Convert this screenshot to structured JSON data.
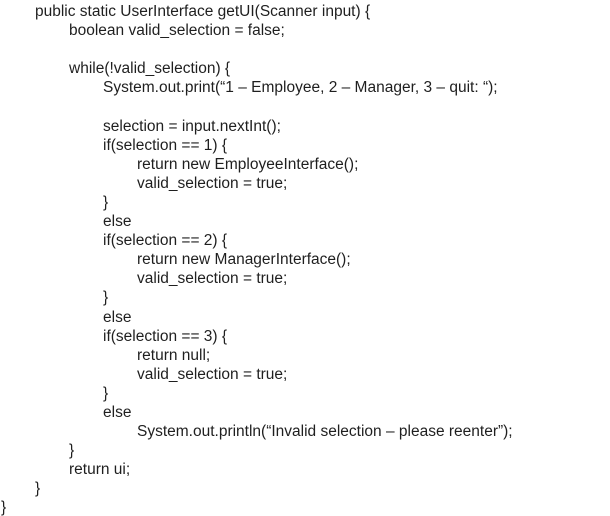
{
  "document": {
    "background_color": "#ffffff",
    "text_color": "#1f1f1f",
    "language": "java",
    "code_lines": [
      {
        "indent": 1,
        "text": "public static UserInterface getUI(Scanner input) {"
      },
      {
        "indent": 2,
        "text": "boolean valid_selection = false;"
      },
      {
        "indent": 0,
        "text": ""
      },
      {
        "indent": 2,
        "text": "while(!valid_selection) {"
      },
      {
        "indent": 3,
        "text": "System.out.print(“1 – Employee, 2 – Manager, 3 – quit: “);"
      },
      {
        "indent": 0,
        "text": ""
      },
      {
        "indent": 3,
        "text": "selection = input.nextInt();"
      },
      {
        "indent": 3,
        "text": "if(selection == 1) {"
      },
      {
        "indent": 4,
        "text": "return new EmployeeInterface();"
      },
      {
        "indent": 4,
        "text": "valid_selection = true;"
      },
      {
        "indent": 3,
        "text": "}"
      },
      {
        "indent": 3,
        "text": "else"
      },
      {
        "indent": 3,
        "text": "if(selection == 2) {"
      },
      {
        "indent": 4,
        "text": "return new ManagerInterface();"
      },
      {
        "indent": 4,
        "text": "valid_selection = true;"
      },
      {
        "indent": 3,
        "text": "}"
      },
      {
        "indent": 3,
        "text": "else"
      },
      {
        "indent": 3,
        "text": "if(selection == 3) {"
      },
      {
        "indent": 4,
        "text": "return null;"
      },
      {
        "indent": 4,
        "text": "valid_selection = true;"
      },
      {
        "indent": 3,
        "text": "}"
      },
      {
        "indent": 3,
        "text": "else"
      },
      {
        "indent": 4,
        "text": "System.out.println(“Invalid selection – please reenter”);"
      },
      {
        "indent": 2,
        "text": "}"
      },
      {
        "indent": 2,
        "text": "return ui;"
      },
      {
        "indent": 1,
        "text": "}"
      },
      {
        "indent": 0,
        "text": "}"
      }
    ]
  }
}
